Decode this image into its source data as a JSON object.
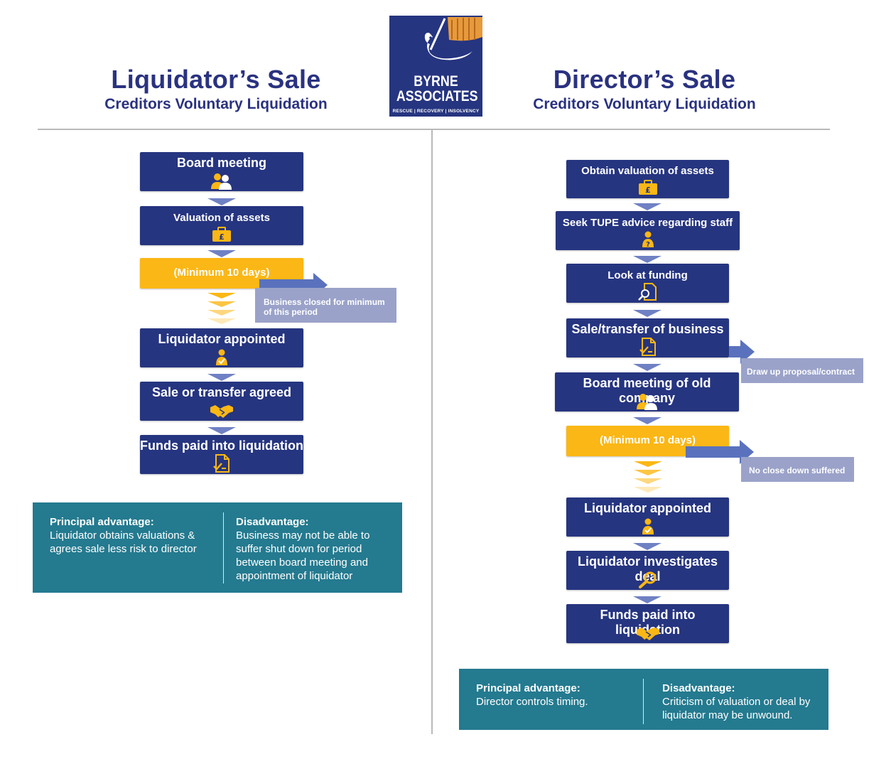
{
  "left": {
    "title": "Liquidator’s Sale",
    "subtitle": "Creditors Voluntary Liquidation",
    "steps": [
      {
        "label": "Board meeting",
        "icon": "people-icon"
      },
      {
        "label": "Valuation of assets",
        "icon": "briefcase-pound-icon"
      },
      {
        "label": "(Minimum 10 days)",
        "icon": ""
      },
      {
        "label": "Liquidator appointed",
        "icon": "person-check-icon"
      },
      {
        "label": "Sale or transfer agreed",
        "icon": "handshake-icon"
      },
      {
        "label": "Funds paid into liquidation",
        "icon": "document-check-icon"
      }
    ],
    "note": "Business closed for minimum of this period",
    "panel": {
      "adv_heading": "Principal advantage:",
      "adv_text": "Liquidator obtains valuations & agrees sale less risk to director",
      "dis_heading": "Disadvantage:",
      "dis_text": "Business may not be able to suffer shut down for period between board meeting and appointment of liquidator"
    }
  },
  "right": {
    "title": "Director’s Sale",
    "subtitle": "Creditors Voluntary Liquidation",
    "steps": [
      {
        "label": "Obtain valuation of assets",
        "icon": "briefcase-pound-icon"
      },
      {
        "label": "Seek TUPE advice regarding staff",
        "icon": "person-question-icon"
      },
      {
        "label": "Look at funding",
        "icon": "magnify-document-icon"
      },
      {
        "label": "Sale/transfer of business",
        "icon": "document-check-icon"
      },
      {
        "label": "Board meeting of old company",
        "icon": "people-icon"
      },
      {
        "label": "(Minimum 10 days)",
        "icon": ""
      },
      {
        "label": "Liquidator appointed",
        "icon": "person-check-icon"
      },
      {
        "label": "Liquidator investigates deal",
        "icon": "magnify-icon"
      },
      {
        "label": "Funds paid into liquidation",
        "icon": "handshake-icon"
      }
    ],
    "note_contract": "Draw up proposal/contract",
    "note_close": "No close down suffered",
    "panel": {
      "adv_heading": "Principal advantage:",
      "adv_text": "Director controls timing.",
      "dis_heading": "Disadvantage:",
      "dis_text": "Criticism of valuation or deal by liquidator may be unwound."
    }
  },
  "logo": {
    "line1": "BYRNE",
    "line2": "ASSOCIATES",
    "tagline": "RESCUE | RECOVERY | INSOLVENCY"
  },
  "colors": {
    "navy": "#263580",
    "yellow": "#fbb715",
    "teal": "#247a8f",
    "note": "#9aa2c9",
    "arrow": "#5a72bd"
  }
}
